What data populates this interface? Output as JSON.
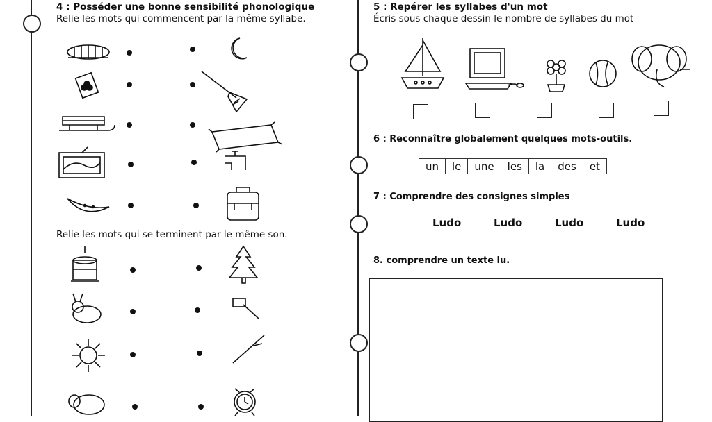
{
  "section4": {
    "title": "4 : Posséder une bonne sensibilité phonologique",
    "instruction1": "Relie les mots qui commencent par la même syllabe.",
    "instruction2": "Relie les mots qui se terminent par le même son."
  },
  "section5": {
    "title": "5 : Repérer les syllabes d'un mot",
    "instruction": "Écris sous chaque dessin le nombre de syllabes du mot"
  },
  "section6": {
    "title": "6 : Reconnaître globalement quelques mots-outils.",
    "words": [
      "un",
      "le",
      "une",
      "les",
      "la",
      "des",
      "et"
    ]
  },
  "section7": {
    "title": "7 : Comprendre des consignes simples",
    "names": [
      "Ludo",
      "Ludo",
      "Ludo",
      "Ludo"
    ]
  },
  "section8": {
    "title": "8. comprendre un texte lu."
  }
}
